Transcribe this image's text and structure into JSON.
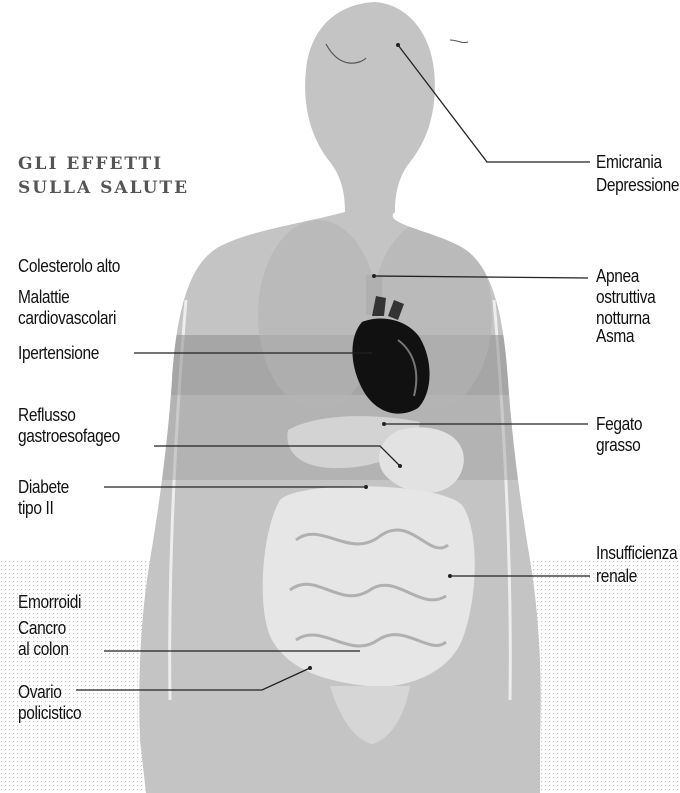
{
  "title": "GLI EFFETTI\nSULLA SALUTE",
  "labels_left": [
    "Colesterolo alto",
    "Malattie\ncardiovascolari",
    "Ipertensione",
    "Reflusso\ngastroesofageo",
    "Diabete\ntipo II",
    "Emorroidi",
    "Cancro\nal colon",
    "Ovario\npolicistico"
  ],
  "labels_right": [
    "Emicrania",
    "Depressione",
    "Apnea\nostruttiva\nnotturna",
    "Asma",
    "Fegato\ngrasso",
    "Insufficienza",
    "renale"
  ],
  "colors": {
    "silhouette": "#c4c4c4",
    "organs": "#d8d8d8",
    "band": "#8e8e8e",
    "heart": "#111111",
    "line": "#222222"
  }
}
